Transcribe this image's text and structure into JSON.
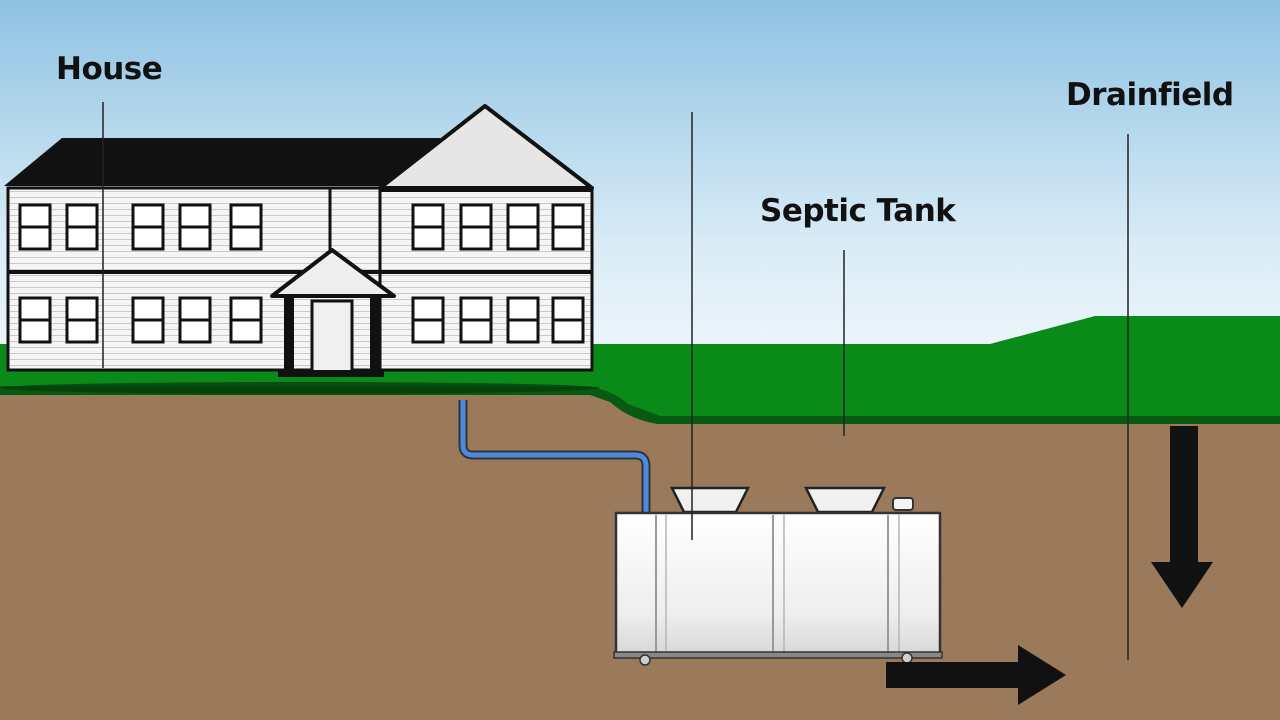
{
  "labels": {
    "house": "House",
    "septic_tank": "Septic Tank",
    "drainfield": "Drainfield"
  },
  "colors": {
    "sky_top": "#8fc3e3",
    "sky_bottom": "#f4f9fc",
    "grass": "#0b8c1a",
    "grass_dark": "#075f12",
    "soil": "#9b7b5b",
    "pipe": "#4a86d8",
    "house_wall": "#f4f4f4",
    "roof": "#111111",
    "tank": "#f2f2f2",
    "arrow": "#111111"
  },
  "icons": {
    "flow_down": "arrow-down-icon",
    "flow_right": "arrow-right-icon"
  }
}
